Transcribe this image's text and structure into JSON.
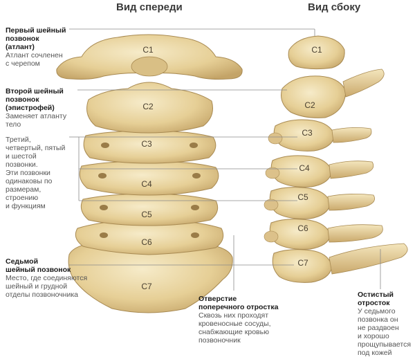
{
  "headers": {
    "front": "Вид спереди",
    "side": "Вид сбоку"
  },
  "colors": {
    "bone": "#ecd9a8",
    "bone_dark": "#c9ad72",
    "bone_shadow": "#a88a52",
    "leader_line": "#8a8a8a"
  },
  "vertebrae_front": [
    "C1",
    "C2",
    "C3",
    "C4",
    "C5",
    "C6",
    "C7"
  ],
  "vertebrae_side": [
    "C1",
    "C2",
    "C3",
    "C4",
    "C5",
    "C6",
    "C7"
  ],
  "labels": {
    "atlas": {
      "title": "Первый шейный\nпозвонок\n(атлант)",
      "desc": "Атлант сочленен\nс черепом"
    },
    "axis": {
      "title": "Второй шейный\nпозвонок\n(эпистрофей)",
      "desc": "Заменяет атланту\nтело"
    },
    "middle": {
      "desc": "Третий,\nчетвертый, пятый\nи шестой\nпозвонки.\nЭти позвонки\nодинаковы по\nразмерам,\nстроению\nи функциям"
    },
    "seventh": {
      "title": "Седьмой\nшейный позвонок",
      "desc": "Место, где соединяются\nшейный и грудной\nотделы позвоночника"
    },
    "transverse": {
      "title": "Отверстие\nпоперечного отростка",
      "desc": "Сквозь них проходят\nкровеносные сосуды,\nснабжающие кровью\nпозвоночник"
    },
    "spinous": {
      "title": "Остистый\nотросток",
      "desc": "У седьмого\nпозвонка он\nне раздвоен\nи хорошо\nпрощупывается\nпод кожей"
    }
  }
}
